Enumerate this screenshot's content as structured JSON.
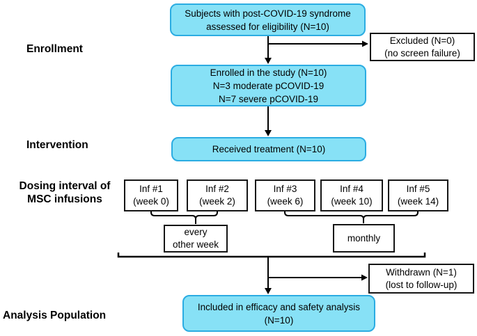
{
  "stages": {
    "enrollment": "Enrollment",
    "intervention": "Intervention",
    "dosing_line1": "Dosing interval of",
    "dosing_line2": "MSC infusions",
    "analysis": "Analysis Population"
  },
  "boxes": {
    "eligibility": {
      "line1": "Subjects with post-COVID-19 syndrome",
      "line2": "assessed for eligibility (N=10)"
    },
    "excluded": {
      "line1": "Excluded (N=0)",
      "line2": "(no screen failure)"
    },
    "enrolled": {
      "line1": "Enrolled in the study (N=10)",
      "line2": "N=3 moderate pCOVID-19",
      "line3": "N=7 severe pCOVID-19"
    },
    "treatment": {
      "line1": "Received treatment (N=10)"
    },
    "every_other_week": {
      "line1": "every",
      "line2": "other week"
    },
    "monthly": {
      "line1": "monthly"
    },
    "withdrawn": {
      "line1": "Withdrawn (N=1)",
      "line2": "(lost to follow-up)"
    },
    "included": {
      "line1": "Included in efficacy and safety analysis",
      "line2": "(N=10)"
    }
  },
  "infusions": [
    {
      "name": "Inf #1",
      "week": "(week 0)"
    },
    {
      "name": "Inf #2",
      "week": "(week 2)"
    },
    {
      "name": "Inf #3",
      "week": "(week 6)"
    },
    {
      "name": "Inf #4",
      "week": "(week 10)"
    },
    {
      "name": "Inf #5",
      "week": "(week 14)"
    }
  ],
  "colors": {
    "box_fill": "#87E1F6",
    "box_border": "#2BACE2",
    "line": "#000000"
  }
}
